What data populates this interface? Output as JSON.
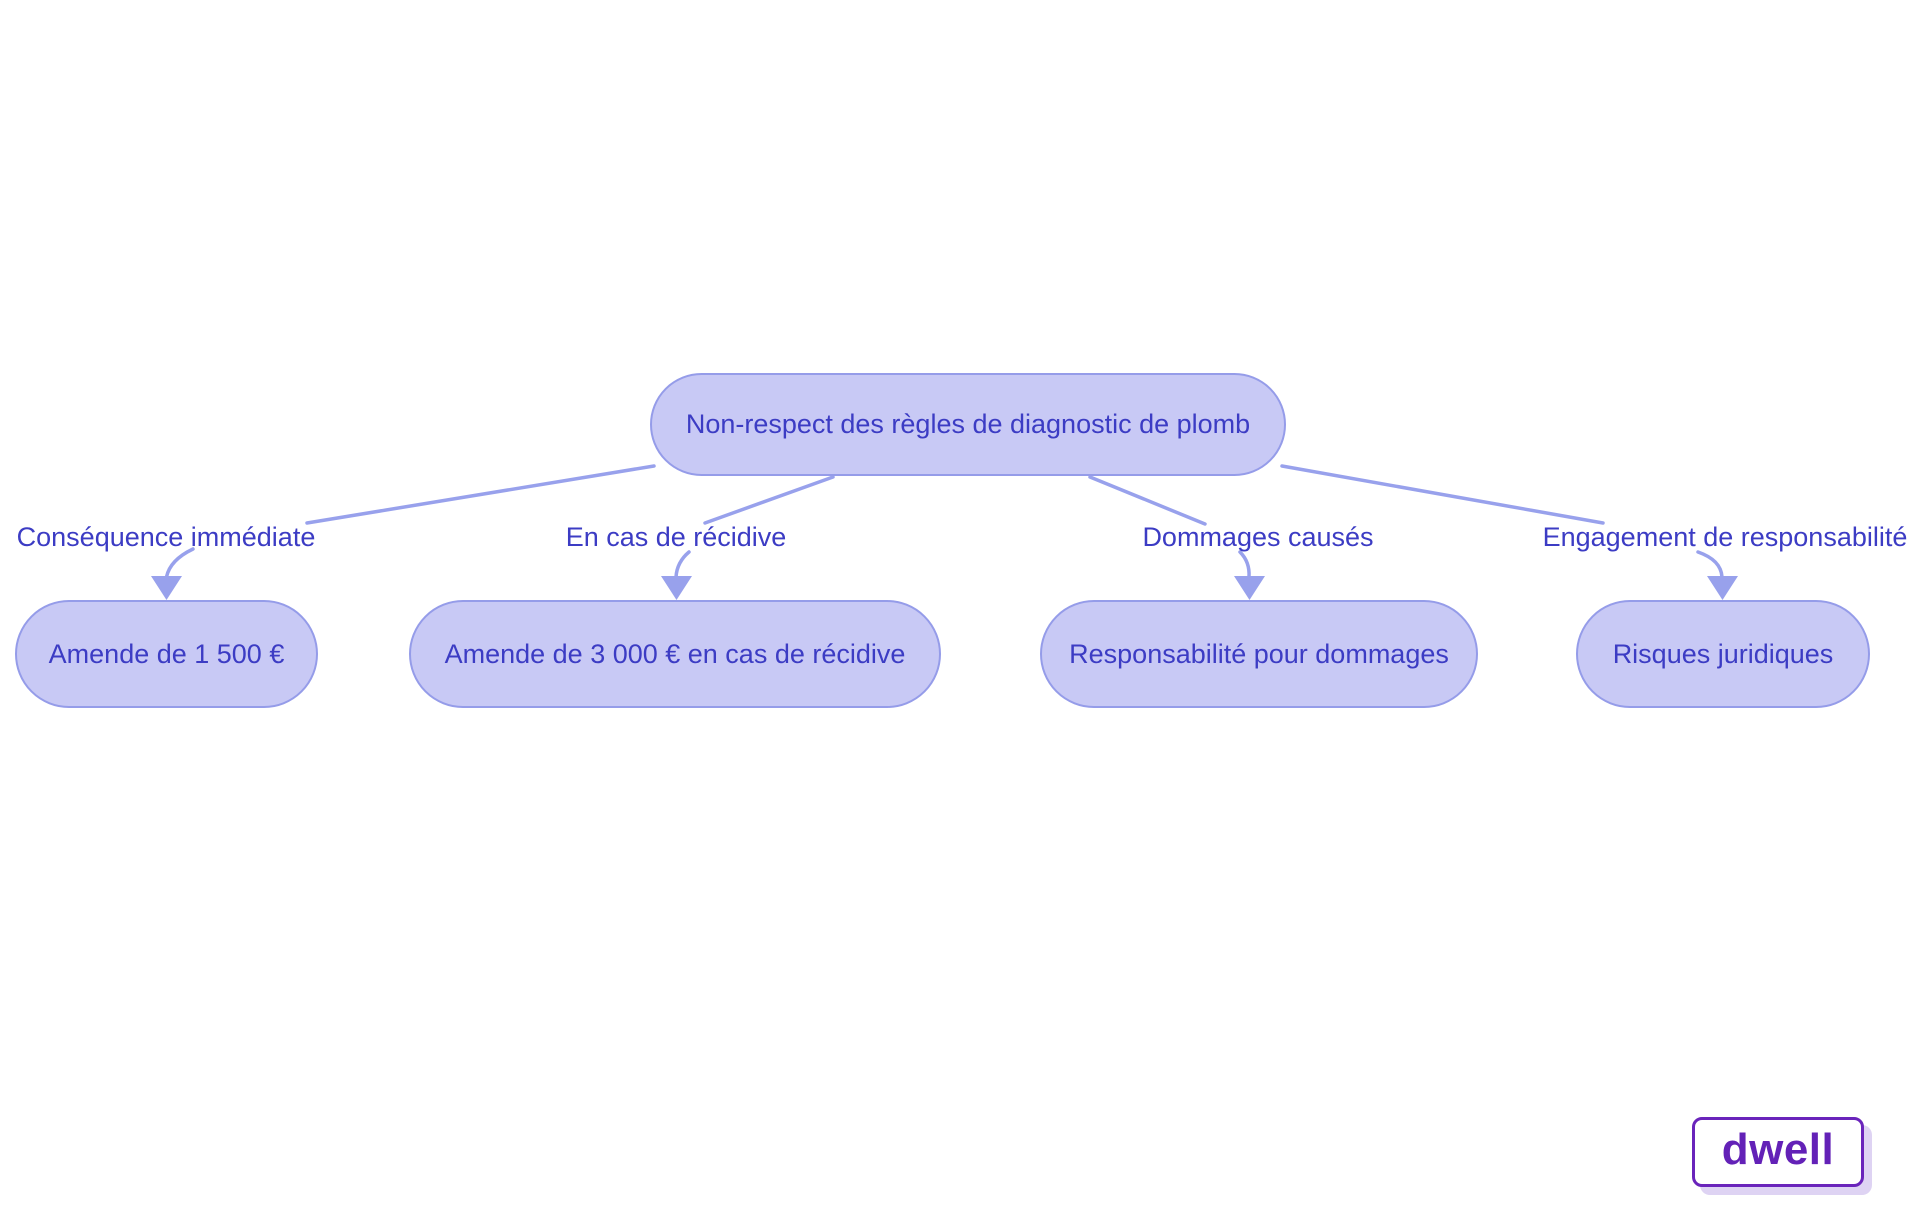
{
  "diagram": {
    "type": "flowchart",
    "root": {
      "label": "Non-respect des règles de diagnostic de plomb"
    },
    "branches": [
      {
        "edge_label": "Conséquence immédiate",
        "node_label": "Amende de 1 500 €"
      },
      {
        "edge_label": "En cas de récidive",
        "node_label": "Amende de 3 000 € en cas de récidive"
      },
      {
        "edge_label": "Dommages causés",
        "node_label": "Responsabilité pour dommages"
      },
      {
        "edge_label": "Engagement de responsabilité",
        "node_label": "Risques juridiques"
      }
    ]
  },
  "logo": {
    "text": "dwell"
  },
  "colors": {
    "background": "#ffffff",
    "node_fill": "#c8c9f5",
    "node_border": "#959ce9",
    "node_text": "#3c3cc4",
    "edge_label_text": "#3c3cc4",
    "edge_stroke": "#98a1ec",
    "logo_purple": "#6321b7",
    "logo_border": "#6a24bb",
    "logo_shadow": "#ded3f3"
  }
}
